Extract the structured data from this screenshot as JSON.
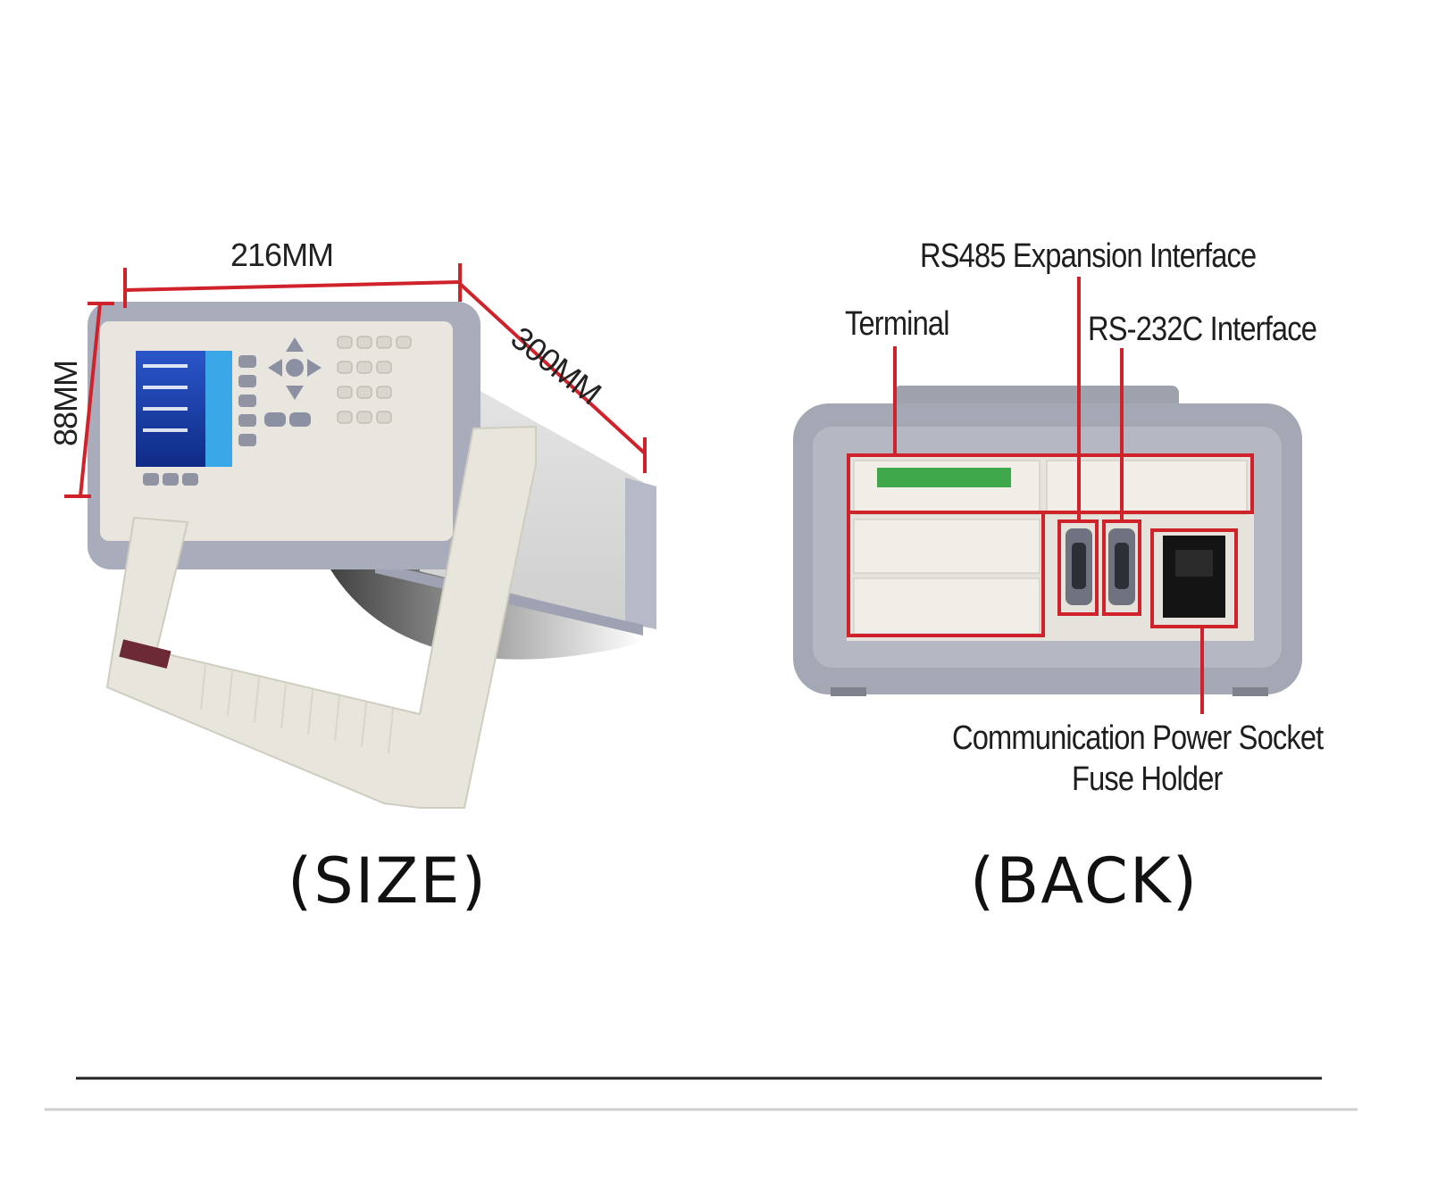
{
  "size_view": {
    "width_label": "216MM",
    "depth_label": "300MM",
    "height_label": "88MM",
    "caption": "(SIZE)"
  },
  "back_view": {
    "callouts": {
      "rs485": "RS485 Expansion Interface",
      "terminal": "Terminal",
      "rs232": "RS-232C Interface",
      "power_line1": "Communication Power Socket",
      "power_line2": "Fuse Holder"
    },
    "caption": "(BACK)"
  },
  "colors": {
    "callout_red": "#d0222a",
    "body_gray": "#a9adbb",
    "panel_beige": "#e9e6df",
    "screen_blue": "#1a3fa8"
  }
}
